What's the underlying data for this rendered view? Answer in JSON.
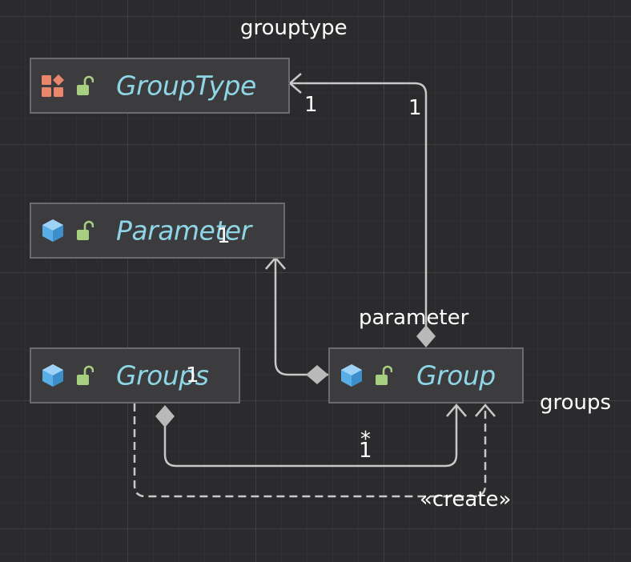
{
  "classes": {
    "grouptype": {
      "name": "GroupType"
    },
    "parameter": {
      "name": "Parameter"
    },
    "groups": {
      "name": "Groups"
    },
    "group": {
      "name": "Group"
    }
  },
  "labels": {
    "grouptype_role": "grouptype",
    "parameter_role": "parameter",
    "groups_role": "groups",
    "create_stereotype": "«create»"
  },
  "multiplicities": {
    "grouptype_near": "1",
    "grouptype_far": "1",
    "parameter_end": "1",
    "groups_end": "1",
    "group_many": "*",
    "group_one": "1"
  },
  "colors": {
    "class_text": "#8ed6e6",
    "enum_icon": "#e8876b",
    "class_icon": "#5aaee8",
    "lock_icon": "#a6cf7f",
    "connector": "#c8c8c8",
    "diamond": "#b9b9b9"
  },
  "icons": {
    "grouptype": "enum-icon",
    "parameter": "class-cube-icon",
    "groups": "class-cube-icon",
    "group": "class-cube-icon",
    "visibility": "open-lock-icon"
  }
}
